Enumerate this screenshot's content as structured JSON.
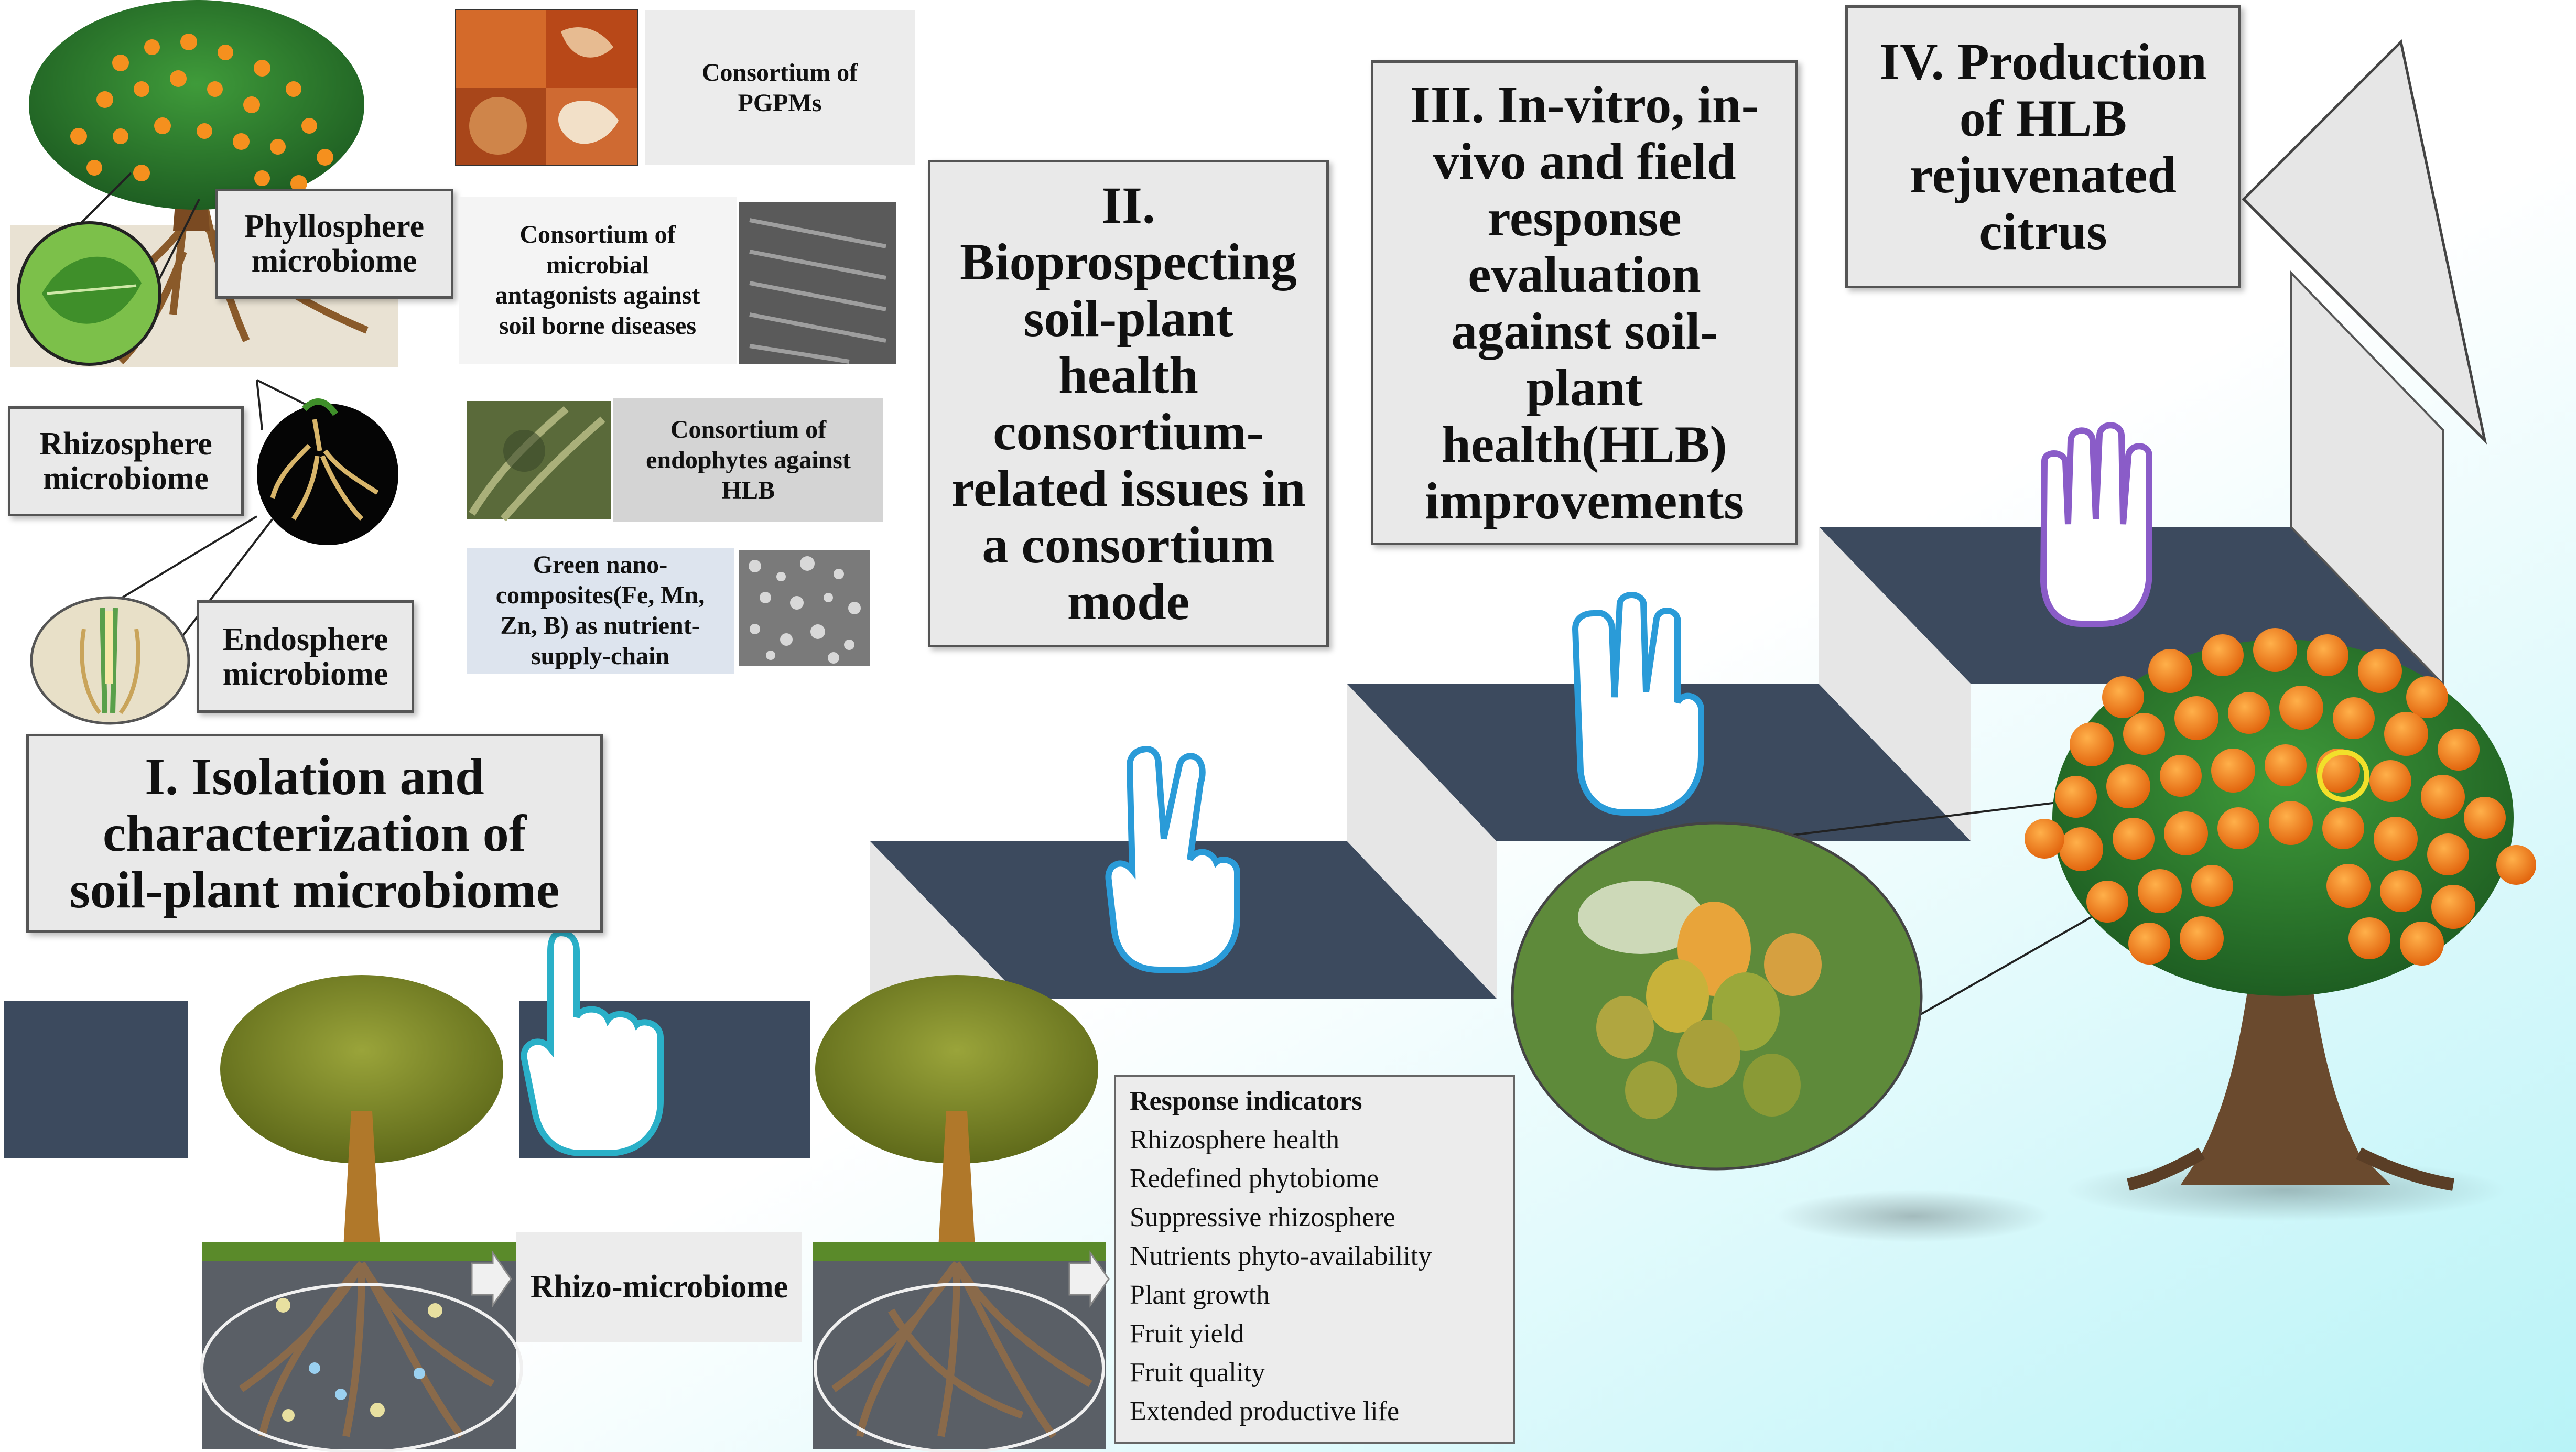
{
  "stage1": {
    "title_line1": "I.  Isolation  and",
    "title_line2": "characterization of",
    "title_line3": "soil-plant microbiome"
  },
  "stage2": {
    "lines": [
      "II.",
      "Bioprospecting",
      "soil-plant",
      "health",
      "consortium-",
      "related issues in",
      "a consortium",
      "mode"
    ]
  },
  "stage3": {
    "lines": [
      "III. In-vitro, in-",
      "vivo and field",
      "response",
      "evaluation",
      "against soil-",
      "plant",
      "health(HLB)",
      "improvements"
    ]
  },
  "stage4": {
    "lines": [
      "IV. Production",
      "of HLB",
      "rejuvenated",
      "citrus"
    ]
  },
  "microbiome_labels": {
    "phyllosphere": [
      "Phyllosphere",
      "microbiome"
    ],
    "rhizosphere": [
      "Rhizosphere",
      "microbiome"
    ],
    "endosphere": [
      "Endosphere",
      "microbiome"
    ]
  },
  "consortia": {
    "pgpm": [
      "Consortium of",
      "PGPMs"
    ],
    "antagonists": [
      "Consortium of",
      "microbial",
      "antagonists against",
      "soil borne diseases"
    ],
    "endophytes": [
      "Consortium of",
      "endophytes against",
      "HLB"
    ],
    "nano": [
      "Green nano-",
      "composites(Fe, Mn,",
      "Zn, B) as nutrient-",
      "supply-chain"
    ]
  },
  "rhizo_label": "Rhizo-microbiome",
  "response_indicators": {
    "heading": "Response indicators",
    "items": [
      "Rhizosphere health",
      "Redefined phytobiome",
      "Suppressive rhizosphere",
      "Nutrients phyto-availability",
      "Plant growth",
      "Fruit yield",
      "Fruit quality",
      "Extended productive life"
    ]
  },
  "colors": {
    "step_dark": "#3c4a5e",
    "step_side": "#e4e4e4",
    "hand_outline": "#2a9bd8",
    "hand_purple": "#8a5cc8",
    "bg_gradient_end": "#b8f3f7"
  },
  "icons": [
    "pointing-hand-one-icon",
    "peace-hand-two-icon",
    "hand-three-icon",
    "hand-four-icon",
    "arrow-right-icon"
  ]
}
